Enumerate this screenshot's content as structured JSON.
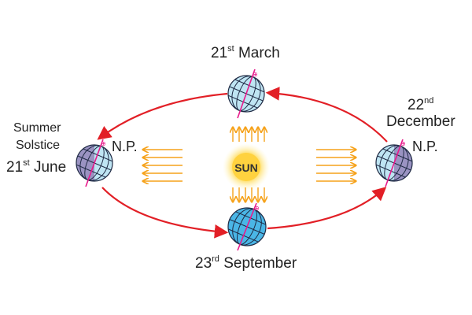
{
  "labels": {
    "march": {
      "day": "21",
      "suffix": "st",
      "month": "March"
    },
    "september": {
      "day": "23",
      "suffix": "rd",
      "month": "September"
    },
    "december": {
      "day": "22",
      "suffix": "nd",
      "month": "December"
    },
    "june": {
      "day": "21",
      "suffix": "st",
      "month": "June"
    },
    "summer_solstice_line1": "Summer",
    "summer_solstice_line2": "Solstice",
    "north_pole": "N.P.",
    "sun": "SUN"
  },
  "colors": {
    "orbit": "#e21f26",
    "rays": "#f6a21a",
    "sun_core": "#ffd23f",
    "sun_glow": "#fff3b0",
    "globe_light": "#bfe5f3",
    "globe_dark": "#9a93c2",
    "globe_full_lit": "#4ab6e6",
    "axis": "#e8198b",
    "gridline": "#1f2a44"
  }
}
